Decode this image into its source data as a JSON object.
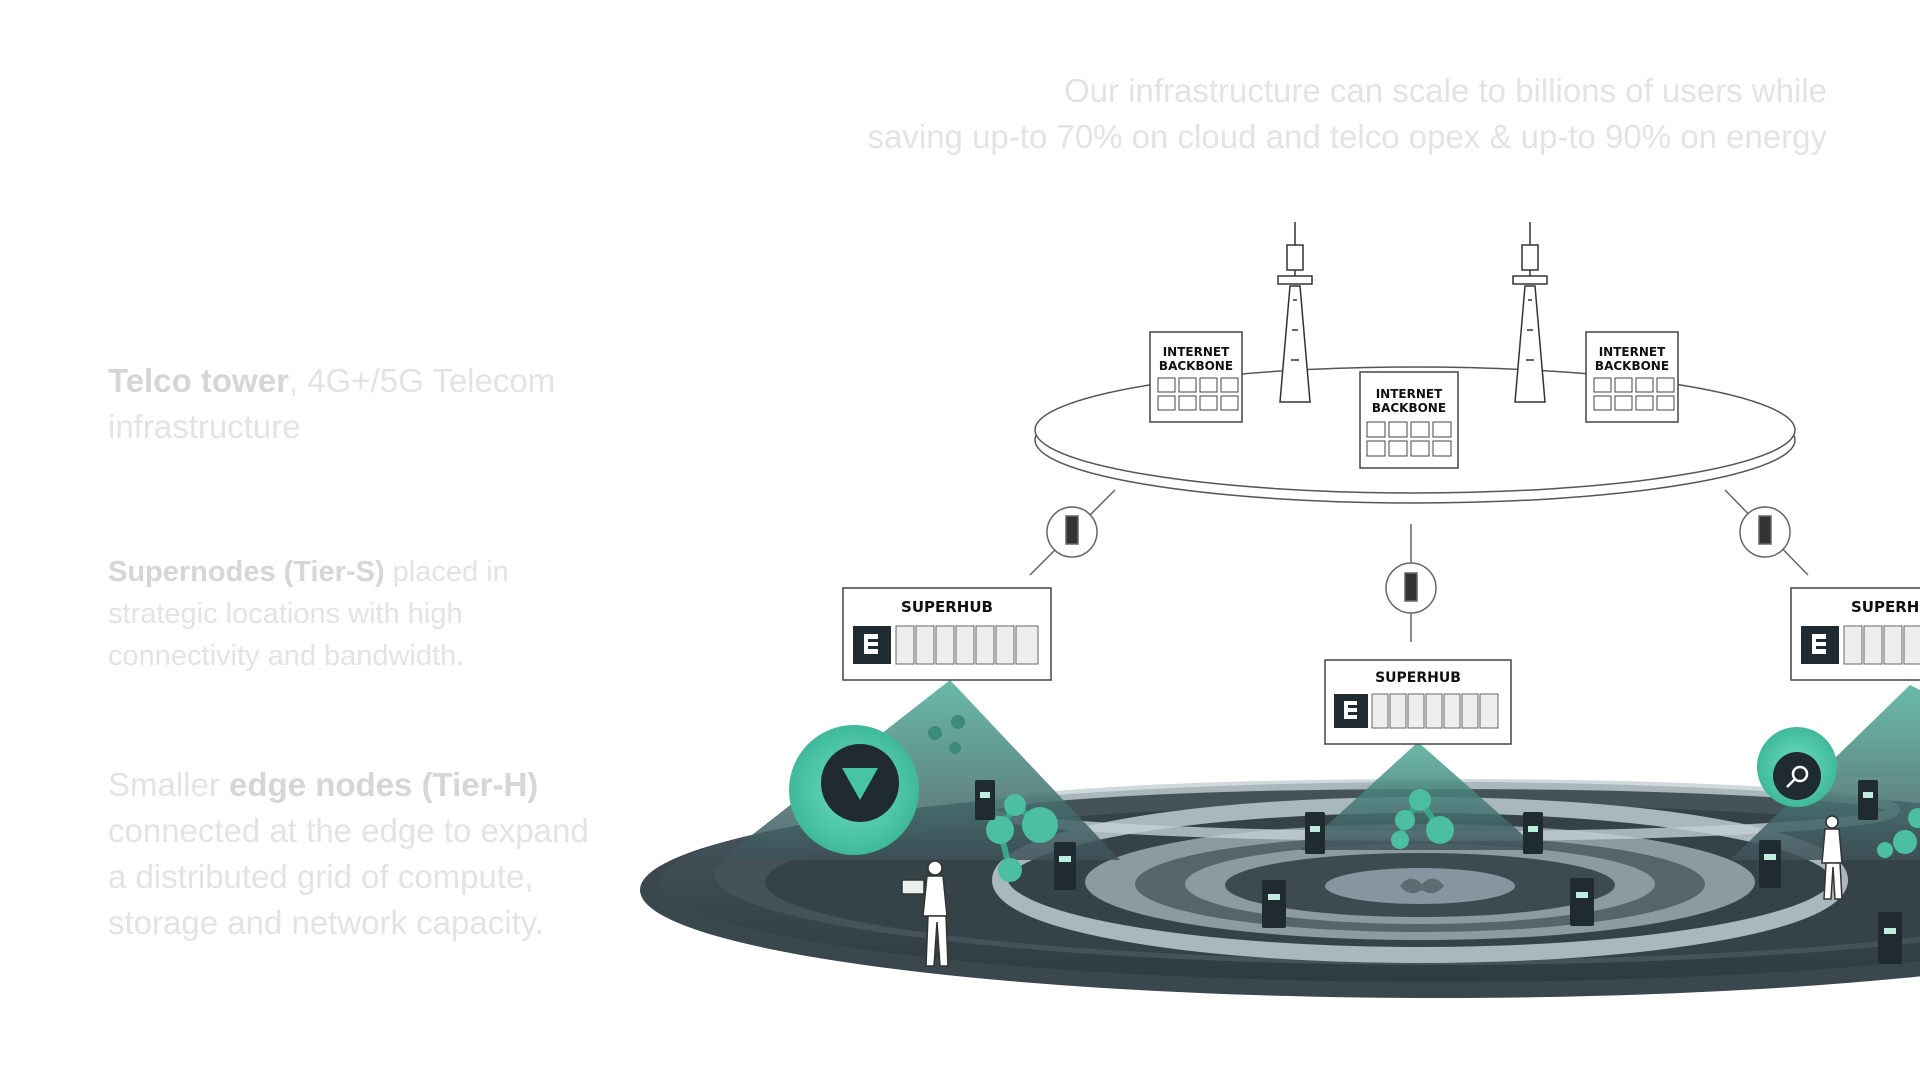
{
  "headline": {
    "line1": "Our infrastructure can scale to billions of users while",
    "line2": "saving up-to 70% on cloud and telco opex & up-to 90% on energy"
  },
  "telco": {
    "bold": "Telco tower",
    "rest": ", 4G+/5G Telecom",
    "line2": "infrastructure"
  },
  "supernodes": {
    "bold": "Supernodes  (Tier-S)",
    "rest": " placed in",
    "line2": "strategic locations with high",
    "line3": "connectivity and bandwidth."
  },
  "edge": {
    "pre": "Smaller ",
    "bold": "edge nodes (Tier-H)",
    "line2": "connected at the edge to expand",
    "line3": "a distributed grid of compute,",
    "line4": "storage and network capacity."
  },
  "diagram": {
    "backbone_label_1": "INTERNET",
    "backbone_label_2": "BACKBONE",
    "superhub_label": "SUPERHUB",
    "superhub_label_cut": "SUPERH",
    "colors": {
      "teal": "#46c5a6",
      "dark": "#1f2b30",
      "ring": "#5c6b72"
    }
  }
}
